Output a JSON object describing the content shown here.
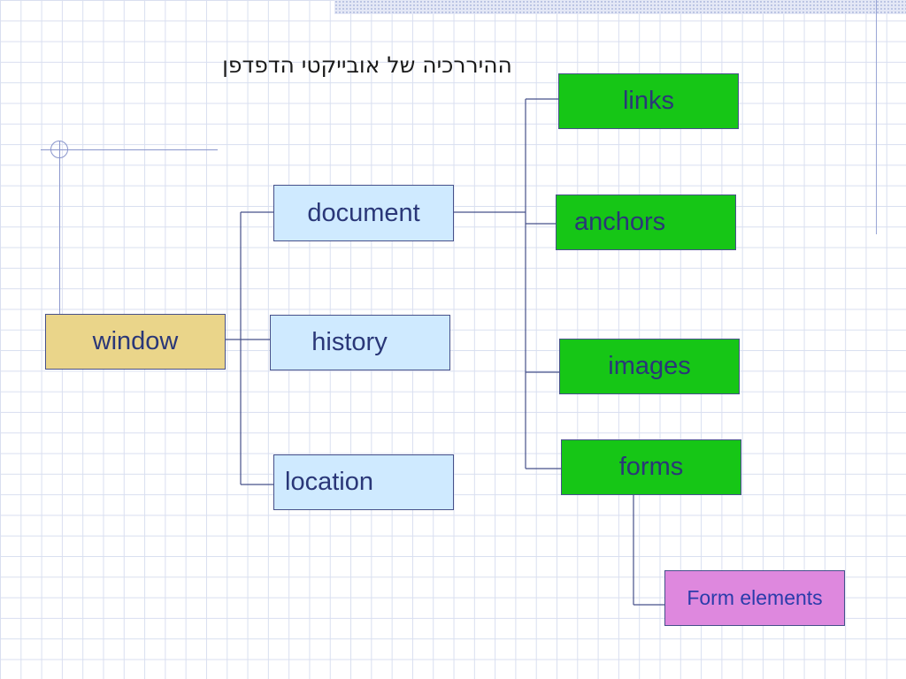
{
  "title": "ההיררכיה של אובייקטי הדפדפן",
  "colors": {
    "window": "#ead58a",
    "level2": "#cfeaff",
    "level3": "#16c616",
    "form_elements": "#de88de",
    "text": "#2a3778",
    "connector": "#46508a"
  },
  "nodes": {
    "window": "window",
    "document": "document",
    "history": "history",
    "location": "location",
    "links": "links",
    "anchors": "anchors",
    "images": "images",
    "forms": "forms",
    "form_elements": "Form elements"
  }
}
